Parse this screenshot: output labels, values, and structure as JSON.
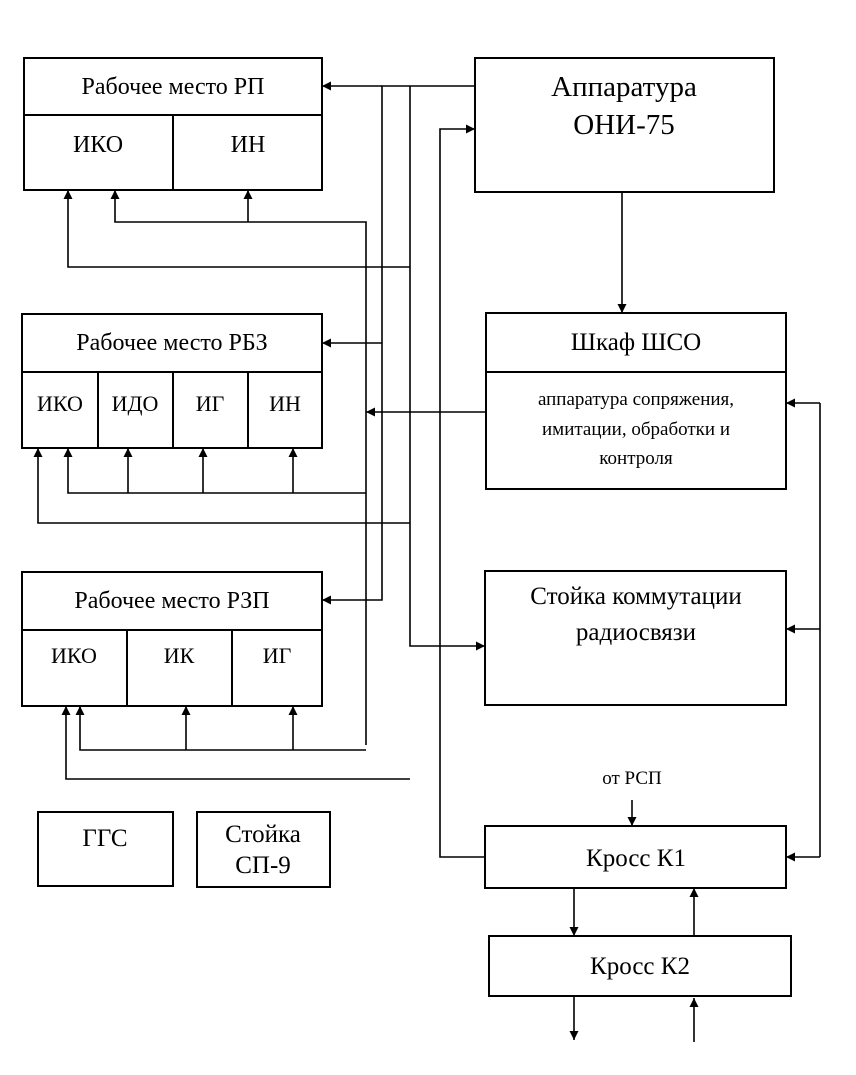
{
  "blocks": {
    "rp": {
      "title": "Рабочее место РП",
      "cells": [
        "ИКО",
        "ИН"
      ]
    },
    "rbz": {
      "title": "Рабочее место РБЗ",
      "cells": [
        "ИКО",
        "ИДО",
        "ИГ",
        "ИН"
      ]
    },
    "rzp": {
      "title": "Рабочее место РЗП",
      "cells": [
        "ИКО",
        "ИК",
        "ИГ"
      ]
    },
    "oni": {
      "line1": "Аппаратура",
      "line2": "ОНИ-75"
    },
    "shso": {
      "title": "Шкаф ШСО",
      "desc1": "аппаратура сопряжения,",
      "desc2": "имитации, обработки и",
      "desc3": "контроля"
    },
    "radio": {
      "line1": "Стойка коммутации",
      "line2": "радиосвязи"
    },
    "ggs": {
      "label": "ГГС"
    },
    "sp9": {
      "line1": "Стойка",
      "line2": "СП-9"
    },
    "k1": {
      "label": "Кросс К1"
    },
    "k2": {
      "label": "Кросс К2"
    }
  },
  "annotations": {
    "from_rsp": "от РСП"
  }
}
